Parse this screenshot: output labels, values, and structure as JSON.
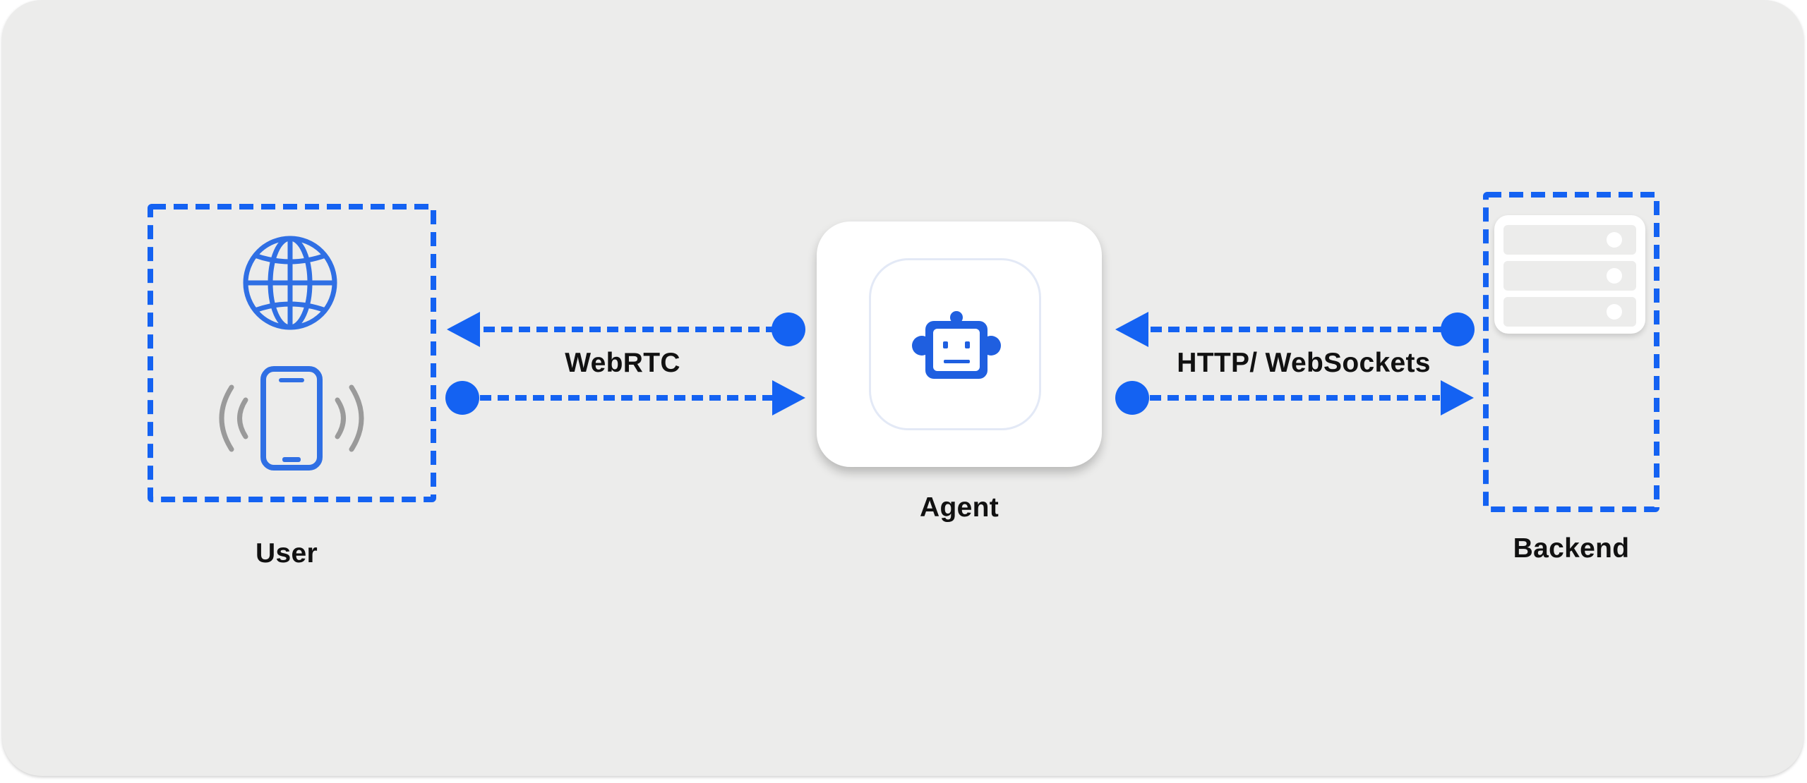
{
  "colors": {
    "background": "#ececeb",
    "accent_blue": "#1462f2",
    "icon_blue": "#2f6fe4",
    "gray": "#9a9a9a",
    "text": "#111111"
  },
  "nodes": {
    "user": {
      "label": "User",
      "icons": [
        "globe-icon",
        "smartphone-icon",
        "signal-waves-icon"
      ]
    },
    "agent": {
      "label": "Agent",
      "icons": [
        "robot-icon"
      ]
    },
    "backend": {
      "label": "Backend",
      "icons": [
        "server-icon"
      ]
    }
  },
  "connections": [
    {
      "from": "user",
      "to": "agent",
      "label": "WebRTC",
      "direction": "bidirectional"
    },
    {
      "from": "agent",
      "to": "backend",
      "label": "HTTP/ WebSockets",
      "direction": "bidirectional"
    }
  ]
}
